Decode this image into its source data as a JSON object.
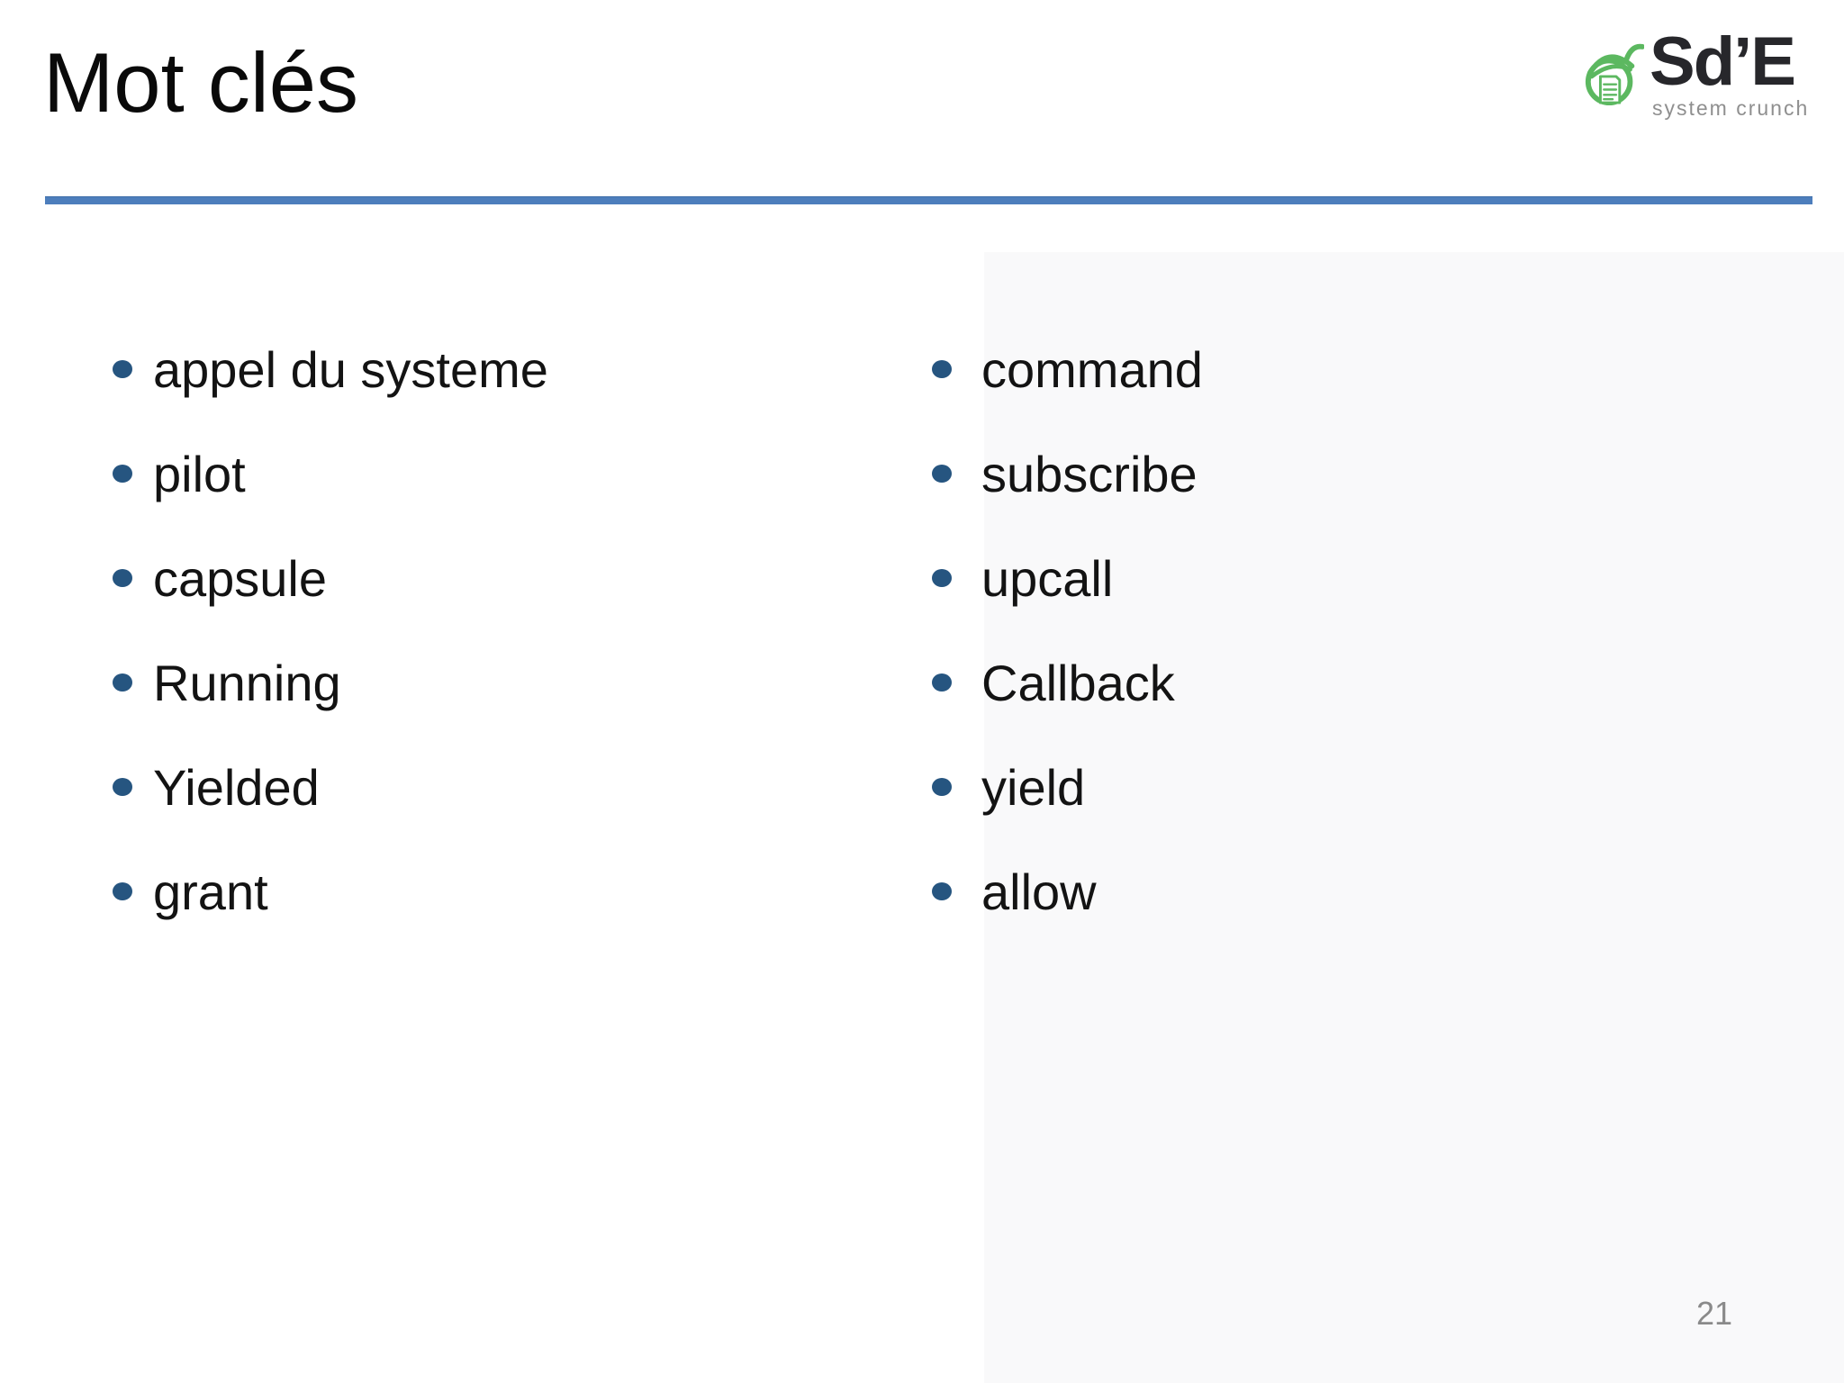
{
  "slide": {
    "title": "Mot clés",
    "page_number": "21",
    "bullets": {
      "left_column": [
        "appel du systeme",
        "pilot",
        "capsule",
        "Running",
        "Yielded",
        "grant"
      ],
      "right_column": [
        "command",
        "subscribe",
        "upcall",
        "Callback",
        "yield",
        "allow"
      ]
    },
    "colors": {
      "accent_rule": "#4d7ebc",
      "bullet_dot": "#265580",
      "logo_green": "#5cb860",
      "logo_text": "#27272b",
      "tagline_gray": "#8f8f8f"
    }
  },
  "logo": {
    "name": "Sd’E",
    "tagline": "system crunch",
    "icon": "acorn-document-icon"
  }
}
